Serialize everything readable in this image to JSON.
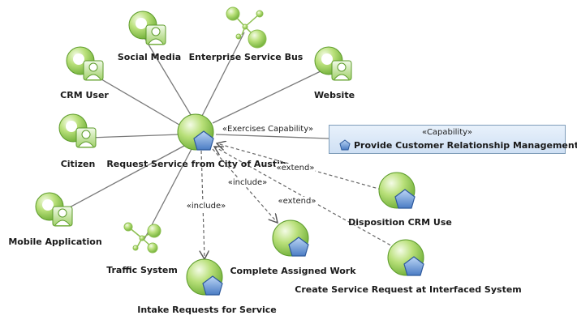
{
  "actors": {
    "social_media": "Social Media",
    "enterprise_service_bus": "Enterprise Service Bus",
    "crm_user": "CRM User",
    "website": "Website",
    "citizen": "Citizen",
    "mobile_application": "Mobile Application",
    "traffic_system": "Traffic System"
  },
  "use_cases": {
    "request_service": "Request Service from City of Austin",
    "disposition_crm_use": "Disposition CRM Use",
    "complete_assigned_work": "Complete Assigned Work",
    "create_service_request": "Create Service Request at Interfaced System",
    "intake_requests": "Intake Requests for Service"
  },
  "relations": {
    "exercises": "«Exercises Capability»",
    "extend_1": "«extend»",
    "extend_2": "«extend»",
    "include_1": "«include»",
    "include_2": "«include»"
  },
  "capability": {
    "stereotype": "«Capability»",
    "name": "Provide Customer Relationship Management"
  },
  "colors": {
    "node_green": "#a9d65d",
    "node_green_dark": "#5c9b2a",
    "pentagon_blue": "#5b8dd0",
    "line_gray": "#7a7a7a"
  }
}
